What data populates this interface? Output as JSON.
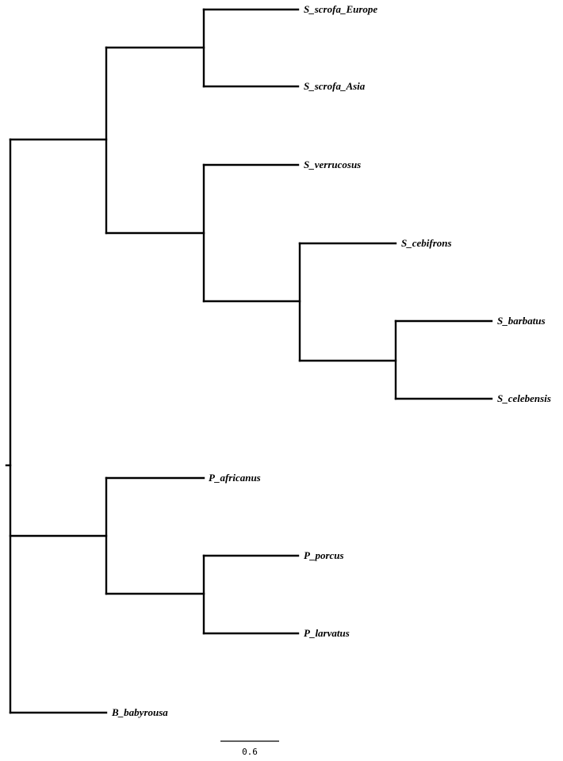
{
  "tree": {
    "tips": [
      {
        "id": "t1",
        "label": "S_scrofa_Europe"
      },
      {
        "id": "t2",
        "label": "S_scrofa_Asia"
      },
      {
        "id": "t3",
        "label": "S_verrucosus"
      },
      {
        "id": "t4",
        "label": "S_cebifrons"
      },
      {
        "id": "t5",
        "label": "S_barbatus"
      },
      {
        "id": "t6",
        "label": "S_celebensis"
      },
      {
        "id": "t7",
        "label": "P_africanus"
      },
      {
        "id": "t8",
        "label": "P_porcus"
      },
      {
        "id": "t9",
        "label": "P_larvatus"
      },
      {
        "id": "t10",
        "label": "B_babyrousa"
      }
    ],
    "scale_bar": {
      "label": "0.6"
    }
  }
}
